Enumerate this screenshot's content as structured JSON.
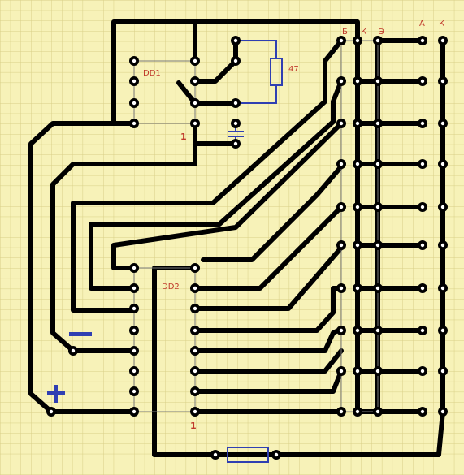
{
  "labels": {
    "dd1": "DD1",
    "dd2": "DD2",
    "resistor_value": "47",
    "col_b": "Б",
    "col_k": "К",
    "col_e": "Э",
    "col_a": "А",
    "col_k2": "К",
    "pin1_dd1": "1",
    "pin1_dd2": "1"
  },
  "colors": {
    "board": "#f7f2b8",
    "grid": "#d8cf86",
    "trace": "#000000",
    "component": "#2f3fb2",
    "label": "#c0392b",
    "pad_ring": "#ffffff"
  },
  "symbols": {
    "minus": "minus-sign",
    "plus": "plus-sign"
  }
}
